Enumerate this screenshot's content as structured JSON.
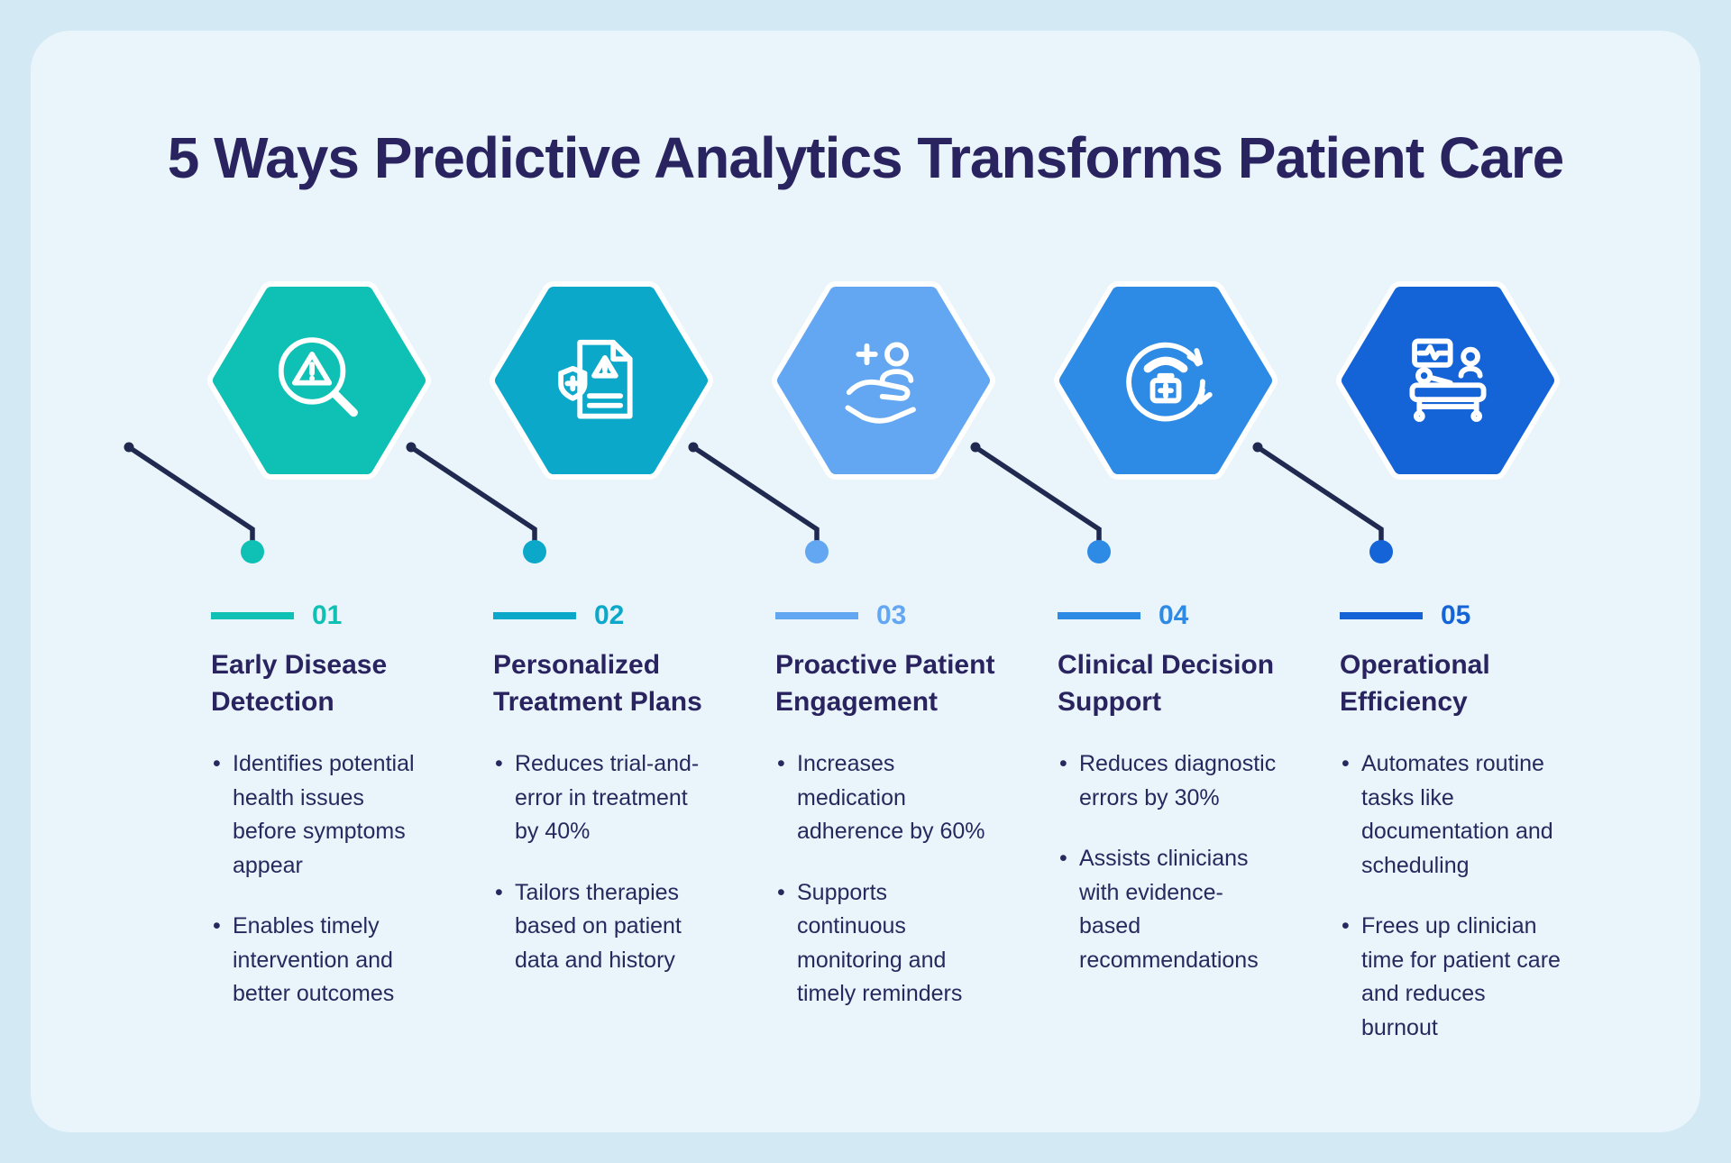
{
  "title": "5 Ways Predictive Analytics Transforms Patient Care",
  "theme": {
    "page_bg": "#d3e9f4",
    "card_bg": "#eaf4fb",
    "heading": "#29235f",
    "text": "#252a5e",
    "connector": "#20294f"
  },
  "columns": [
    {
      "number": "01",
      "title": "Early Disease Detection",
      "accent": "#0FC0B4",
      "icon": "magnifier-alert-icon",
      "bullets": [
        "Identifies potential health issues before symptoms appear",
        "Enables timely intervention and better outcomes"
      ]
    },
    {
      "number": "02",
      "title": "Personalized Treatment Plans",
      "accent": "#0BA8C9",
      "icon": "document-shield-alert-icon",
      "bullets": [
        "Reduces trial-and-error in treatment by 40%",
        "Tailors therapies based on patient data and history"
      ]
    },
    {
      "number": "03",
      "title": "Proactive Patient Engagement",
      "accent": "#63A7F2",
      "icon": "hand-patient-care-icon",
      "bullets": [
        "Increases medication adherence by 60%",
        "Supports continuous monitoring and timely reminders"
      ]
    },
    {
      "number": "04",
      "title": "Clinical Decision Support",
      "accent": "#2D8AE5",
      "icon": "telehealth-cycle-icon",
      "bullets": [
        "Reduces diagnostic errors by 30%",
        "Assists clinicians with evidence-based recommendations"
      ]
    },
    {
      "number": "05",
      "title": "Operational Efficiency",
      "accent": "#1564D7",
      "icon": "hospital-bed-icon",
      "bullets": [
        "Automates routine tasks like documentation and scheduling",
        "Frees up clinician time for patient care and reduces burnout"
      ]
    }
  ]
}
